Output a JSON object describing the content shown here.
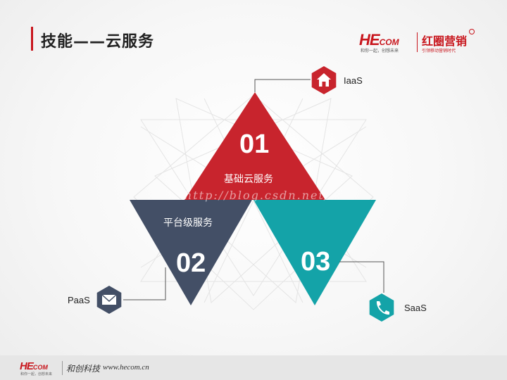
{
  "header": {
    "title": "技能——云服务",
    "logo": {
      "brand_he": "HE",
      "brand_com": "COM",
      "brand_tagline": "和你一起，创想未来",
      "product_name": "红圈营销",
      "product_tagline": "引领移动营销时代"
    }
  },
  "diagram": {
    "items": [
      {
        "number": "01",
        "label": "基础云服务",
        "tag": "IaaS",
        "icon": "home-icon",
        "color": "#c8242d"
      },
      {
        "number": "02",
        "label": "平台级服务",
        "tag": "PaaS",
        "icon": "mail-icon",
        "color": "#434f66"
      },
      {
        "number": "03",
        "label": "",
        "tag": "SaaS",
        "icon": "phone-icon",
        "color": "#14a3a8"
      }
    ]
  },
  "watermark": "http://blog.csdn.net/",
  "footer": {
    "brand_he": "HE",
    "brand_com": "COM",
    "brand_tagline": "和你一起，创想未来",
    "company": "和创科技",
    "url": "www.hecom.cn"
  }
}
